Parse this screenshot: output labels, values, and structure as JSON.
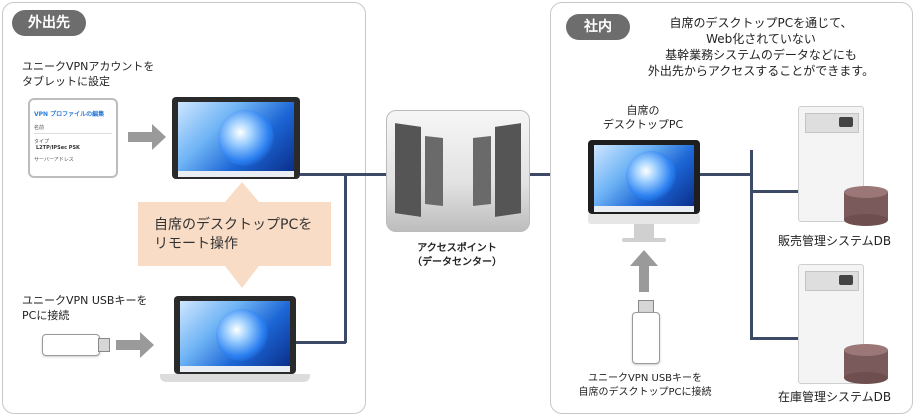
{
  "left_panel": {
    "badge": "外出先",
    "tablet_caption": [
      "ユニークVPNアカウントを",
      "タブレットに設定"
    ],
    "tablet_screen": {
      "title": "VPN プロファイルの編集",
      "field1": "名前",
      "field2": "タイプ",
      "field2_value": "L2TP/IPSec PSK",
      "field3": "サーバーアドレス"
    },
    "callout": [
      "自席のデスクトップPCを",
      "リモート操作"
    ],
    "usb_caption": [
      "ユニークVPN USBキーを",
      "PCに接続"
    ]
  },
  "center": {
    "label": [
      "アクセスポイント",
      "（データセンター）"
    ]
  },
  "right_panel": {
    "badge": "社内",
    "description": [
      "自席のデスクトップPCを通じて、",
      "Web化されていない",
      "基幹業務システムのデータなどにも",
      "外出先からアクセスすることができます。"
    ],
    "desktop_label": [
      "自席の",
      "デスクトップPC"
    ],
    "usb_caption": [
      "ユニークVPN USBキーを",
      "自席のデスクトップPCに接続"
    ],
    "server1_label": "販売管理システムDB",
    "server2_label": "在庫管理システムDB"
  },
  "colors": {
    "badge": "#6d6d6d",
    "connector": "#3d4a66",
    "callout": "#f9dcc6",
    "arrow": "#9a9a9a"
  }
}
